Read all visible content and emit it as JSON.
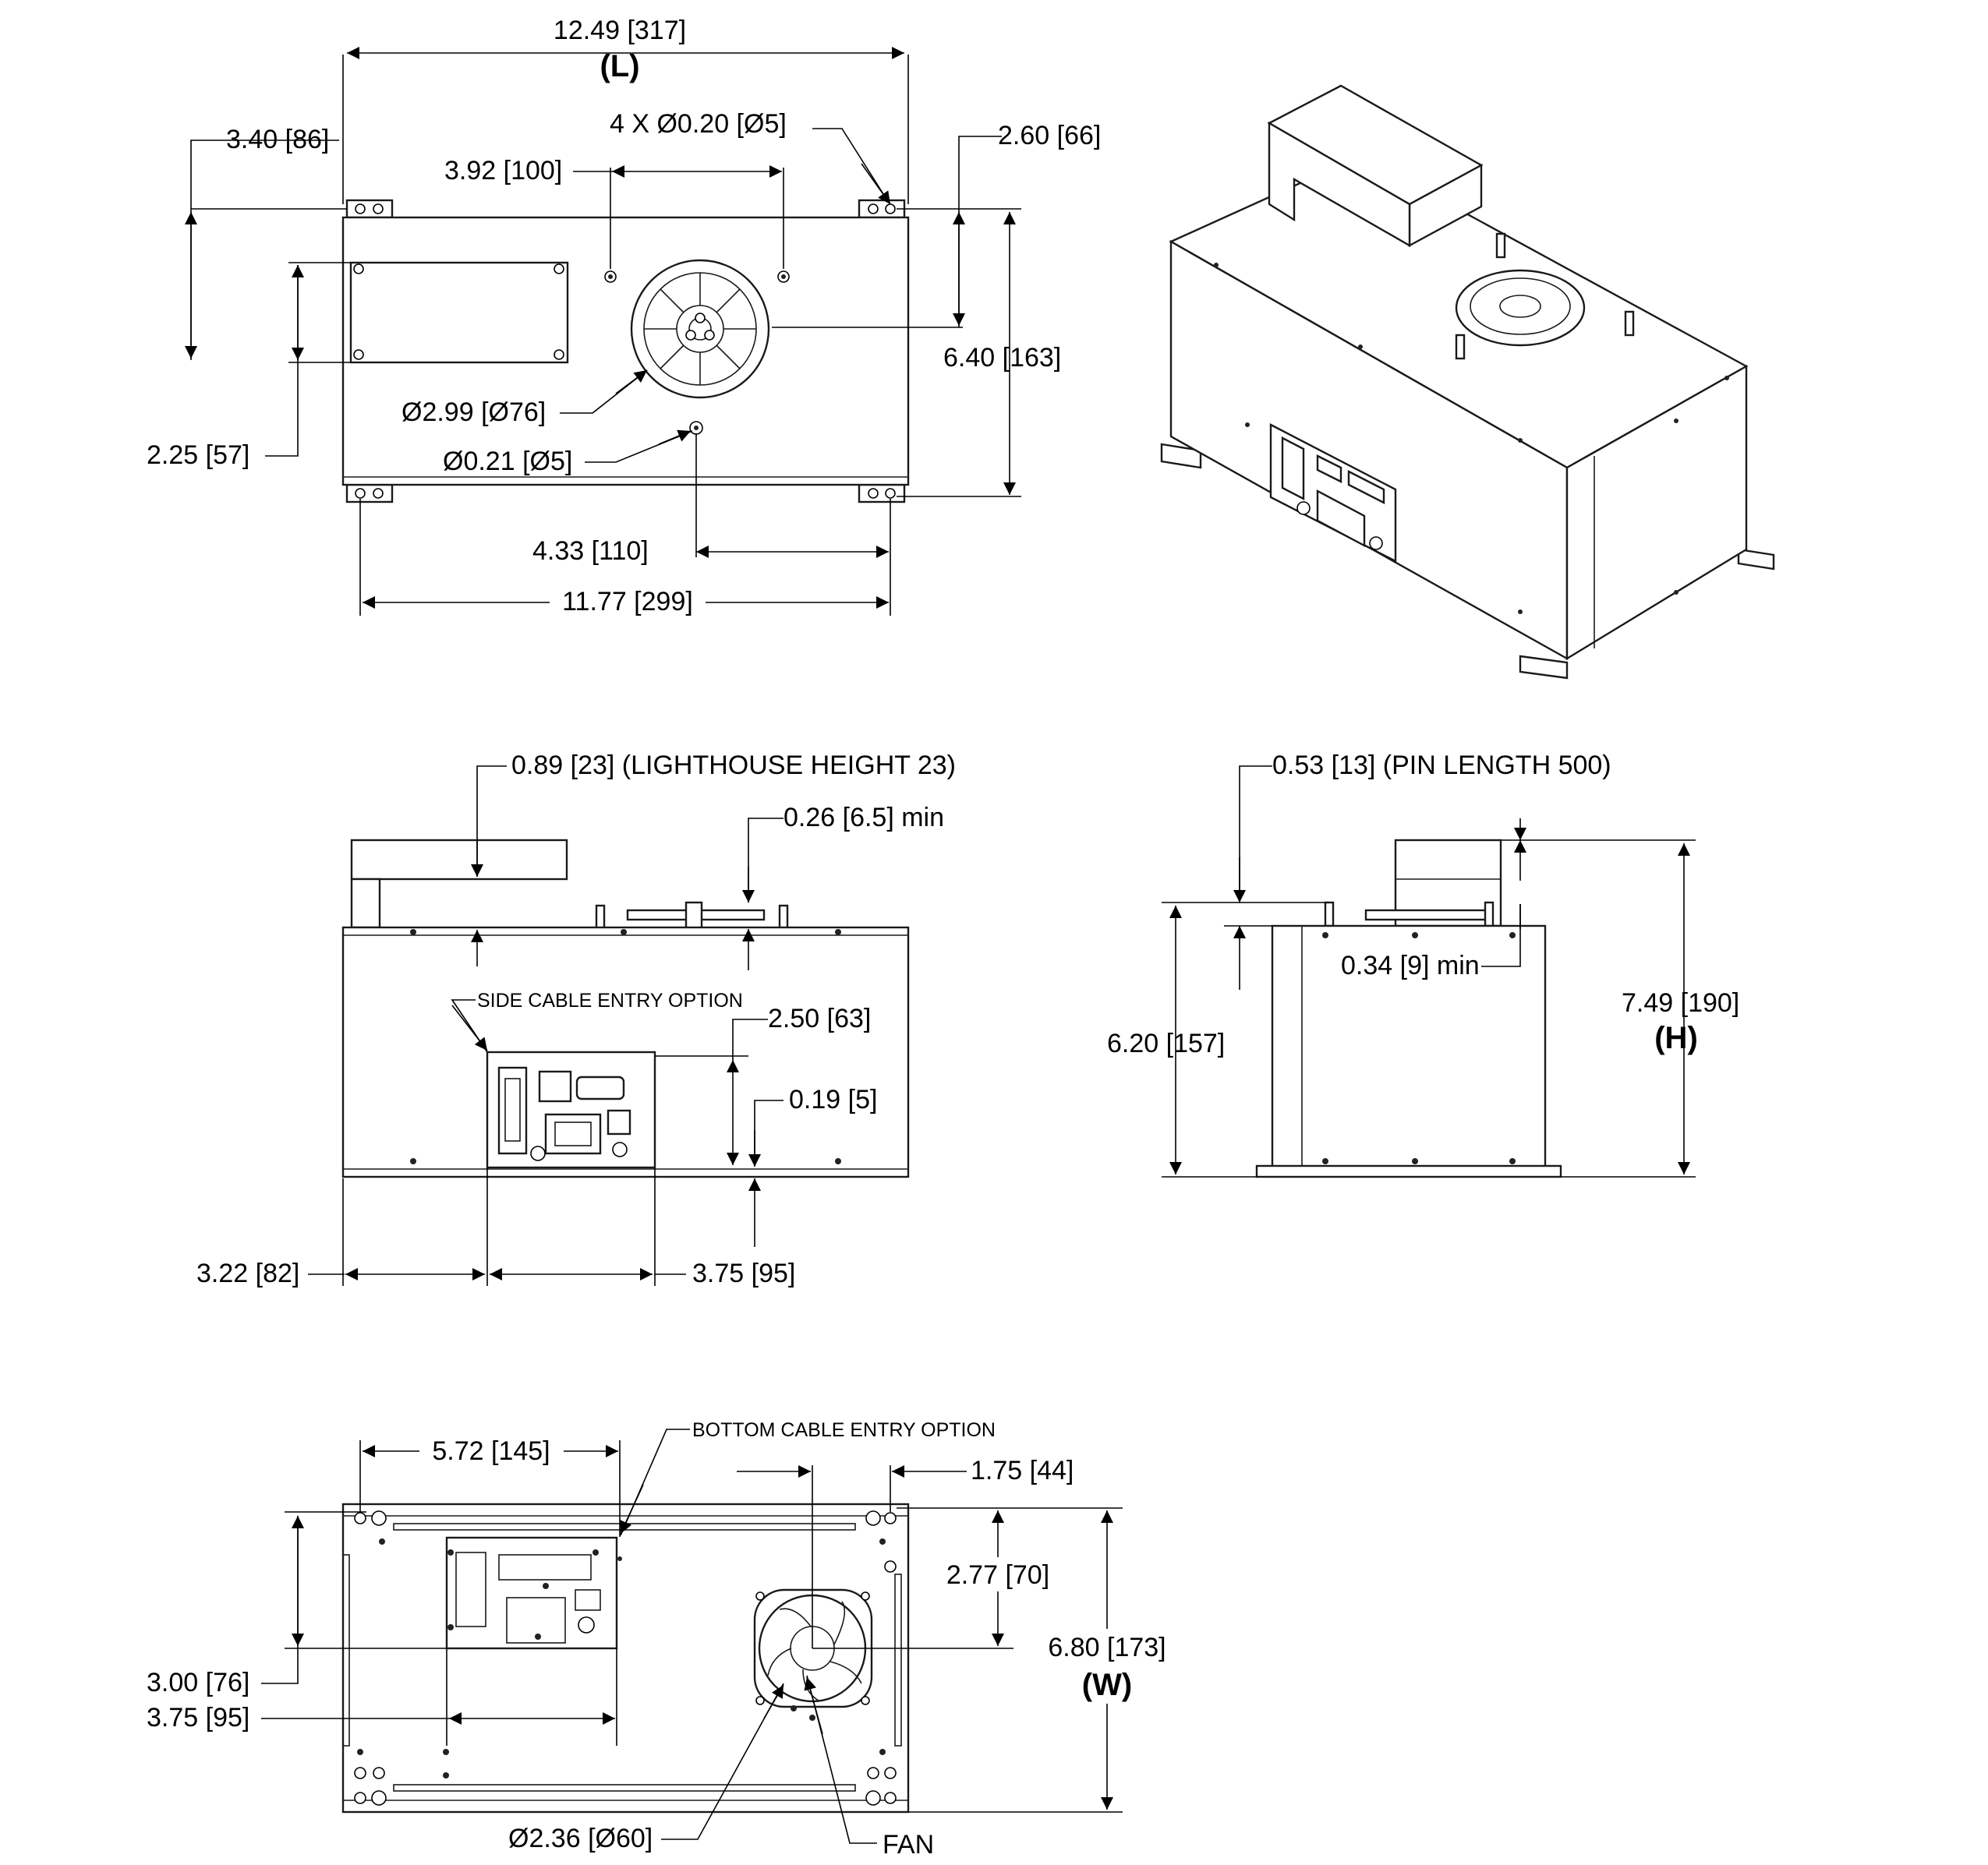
{
  "colors": {
    "line": "#000000",
    "background": "#ffffff"
  },
  "top_view": {
    "length": "12.49 [317]",
    "length_tag": "(L)",
    "holes": "4 X Ø0.20 [Ø5]",
    "left_offset": "3.40 [86]",
    "hole_spacing": "3.92 [100]",
    "right_offset": "2.60 [66]",
    "depth": "6.40 [163]",
    "fan_diameter": "Ø2.99 [Ø76]",
    "pin_diameter": "Ø0.21 [Ø5]",
    "panel_height": "2.25 [57]",
    "pin_offset": "4.33 [110]",
    "mount_span": "11.77 [299]"
  },
  "front_view": {
    "lighthouse": "0.89 [23] (LIGHTHOUSE HEIGHT 23)",
    "pin_min": "0.26 [6.5] min",
    "side_cable": "SIDE CABLE ENTRY OPTION",
    "panel_height": "2.50 [63]",
    "panel_bottom": "0.19 [5]",
    "panel_left": "3.22 [82]",
    "panel_width": "3.75 [95]"
  },
  "side_view": {
    "pin_length": "0.53 [13] (PIN LENGTH 500)",
    "pin_min": "0.34 [9] min",
    "body_height": "6.20 [157]",
    "total_height": "7.49 [190]",
    "height_tag": "(H)"
  },
  "bottom_view": {
    "bottom_cable": "BOTTOM CABLE ENTRY OPTION",
    "cutout_offset": "5.72 [145]",
    "fan_offset_x": "1.75 [44]",
    "fan_offset_y": "2.77 [70]",
    "width": "6.80 [173]",
    "width_tag": "(W)",
    "cutout_height": "3.00 [76]",
    "cutout_width": "3.75 [95]",
    "fan_diameter": "Ø2.36 [Ø60]",
    "fan_label": "FAN"
  }
}
